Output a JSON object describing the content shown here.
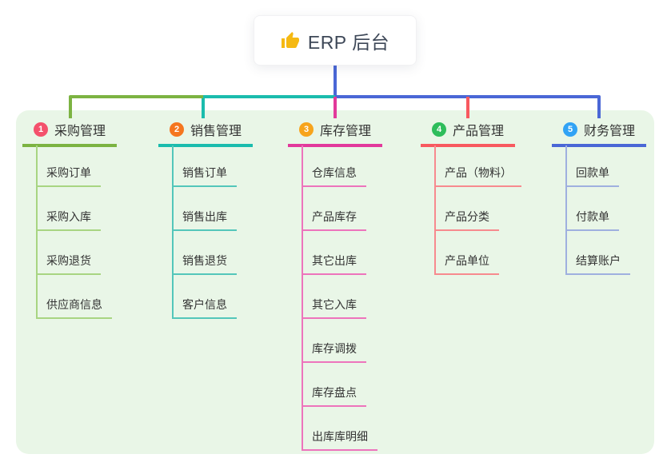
{
  "root": {
    "title": "ERP 后台",
    "icon": "thumbs-up-icon"
  },
  "branches": [
    {
      "num": "1",
      "name": "采购管理",
      "items": [
        "采购订单",
        "采购入库",
        "采购退货",
        "供应商信息"
      ]
    },
    {
      "num": "2",
      "name": "销售管理",
      "items": [
        "销售订单",
        "销售出库",
        "销售退货",
        "客户信息"
      ]
    },
    {
      "num": "3",
      "name": "库存管理",
      "items": [
        "仓库信息",
        "产品库存",
        "其它出库",
        "其它入库",
        "库存调拨",
        "库存盘点",
        "出库库明细"
      ]
    },
    {
      "num": "4",
      "name": "产品管理",
      "items": [
        "产品（物料）",
        "产品分类",
        "产品单位"
      ]
    },
    {
      "num": "5",
      "name": "财务管理",
      "items": [
        "回款单",
        "付款单",
        "结算账户"
      ]
    }
  ],
  "colors": {
    "panel-bg": "#E9F6E7",
    "text": "#333333",
    "root-text": "#3D4757",
    "root-line": "#4A67D6",
    "thumb": "#F5B913",
    "branch1-badge": "#F4516C",
    "branch1-line": "#7CB342",
    "branch1-subline": "#A8D582",
    "branch2-badge": "#F5761F",
    "branch2-line": "#1ABCAD",
    "branch2-subline": "#53C6BA",
    "branch3-badge": "#F7A41C",
    "branch3-line": "#E2399B",
    "branch3-subline": "#ED74BC",
    "branch4-badge": "#2EBD5B",
    "branch4-line": "#F8595F",
    "branch4-subline": "#F78A8E",
    "branch5-badge": "#31A3F5",
    "bran5-line": "#4A67D6",
    "branch5-line": "#4A67D6",
    "branch5-subline": "#9FB0DF"
  }
}
